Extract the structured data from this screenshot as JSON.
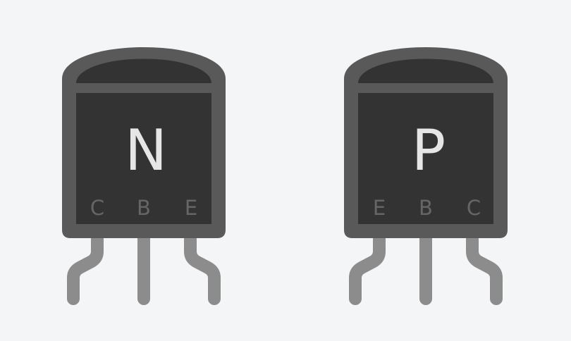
{
  "colors": {
    "background": "#f4f5f7",
    "body_fill": "#333333",
    "body_outline": "#595959",
    "lead": "#8c8c8c",
    "type_letter": "#e6e6e6",
    "pin_label": "#666666"
  },
  "transistors": [
    {
      "type_letter": "N",
      "pins": [
        {
          "label": "C"
        },
        {
          "label": "B"
        },
        {
          "label": "E"
        }
      ]
    },
    {
      "type_letter": "P",
      "pins": [
        {
          "label": "E"
        },
        {
          "label": "B"
        },
        {
          "label": "C"
        }
      ]
    }
  ]
}
